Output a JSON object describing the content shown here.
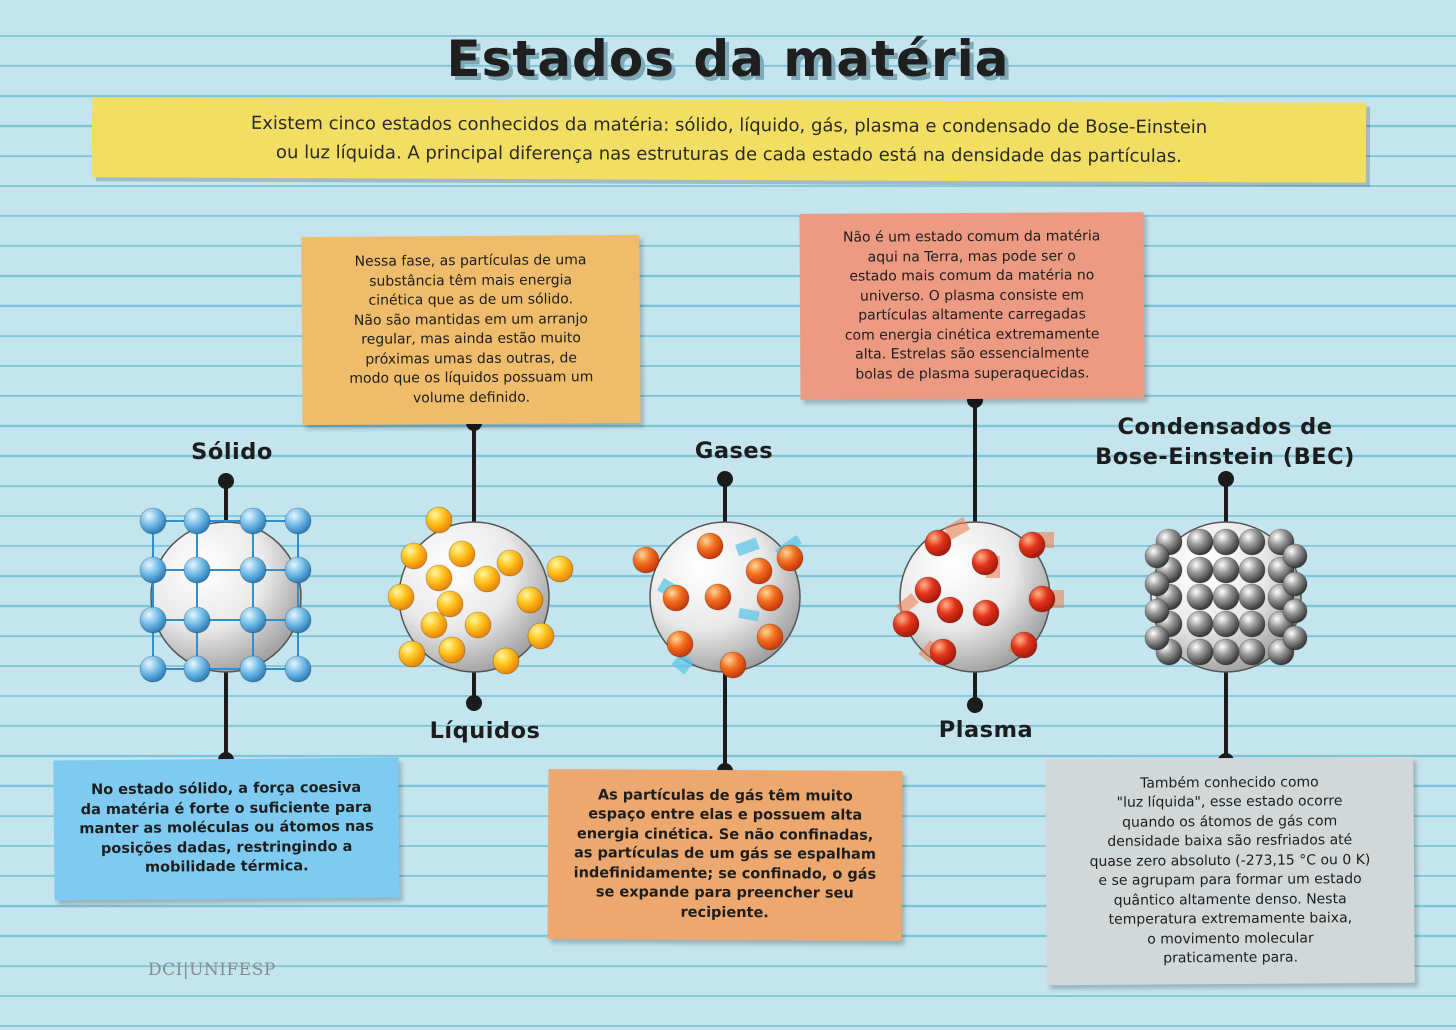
{
  "title": "Estados da matéria",
  "intro": {
    "line1": "Existem cinco estados conhecidos da matéria: sólido, líquido, gás, plasma e condensado de Bose-Einstein",
    "line2": "ou luz líquida. A principal diferença nas estruturas de cada estado está na densidade das partículas."
  },
  "states": {
    "solido": {
      "label": "Sólido",
      "lines": [
        "No estado sólido, a força coesiva",
        "da matéria é forte o suficiente para",
        "manter as moléculas ou átomos nas",
        "posições dadas, restringindo a",
        "mobilidade térmica."
      ]
    },
    "liquidos": {
      "label": "Líquidos",
      "lines": [
        "Nessa fase, as partículas de uma",
        "substância têm mais energia",
        "cinética que as de um sólido.",
        "Não são mantidas em um arranjo",
        "regular, mas ainda estão muito",
        "próximas umas das outras, de",
        "modo que os líquidos possuam um",
        "volume definido."
      ]
    },
    "gases": {
      "label": "Gases",
      "lines": [
        "As partículas de gás têm muito",
        "espaço entre elas e possuem alta",
        "energia cinética. Se não confinadas,",
        "as partículas de um gás se espalham",
        "indefinidamente; se confinado, o gás",
        "se expande para preencher seu",
        "recipiente."
      ]
    },
    "plasma": {
      "label": "Plasma",
      "lines": [
        "Não é um estado comum da matéria",
        "aqui na Terra, mas pode ser o",
        "estado mais comum da matéria no",
        "universo. O plasma consiste em",
        "partículas altamente carregadas",
        "com energia cinética extremamente",
        "alta. Estrelas são essencialmente",
        "bolas de plasma superaquecidas."
      ]
    },
    "bec": {
      "label_line1": "Condensados de",
      "label_line2": "Bose-Einstein (BEC)",
      "lines": [
        "Também conhecido como",
        "\"luz líquida\", esse estado ocorre",
        "quando os átomos de gás com",
        "densidade baixa são resfriados até",
        "quase zero absoluto (-273,15 °C ou 0 K)",
        "e se agrupam para formar um estado",
        "quântico altamente denso. Nesta",
        "temperatura extremamente baixa,",
        "o movimento molecular",
        "praticamente para."
      ]
    }
  },
  "logo": "DCI|UNIFESP",
  "colors": {
    "background": "#c4e4ee",
    "lines": "#7cc6d8",
    "banner": "#f2de63",
    "note_solid": "#7ecaf0",
    "note_liquid": "#eebc6a",
    "note_gas": "#eca86e",
    "note_plasma": "#ec9a82",
    "note_bec": "#d2d8d8"
  },
  "icons": [
    "solid-particle-lattice-icon",
    "liquid-particles-icon",
    "gas-particles-icon",
    "plasma-particles-icon",
    "bec-particles-icon"
  ]
}
